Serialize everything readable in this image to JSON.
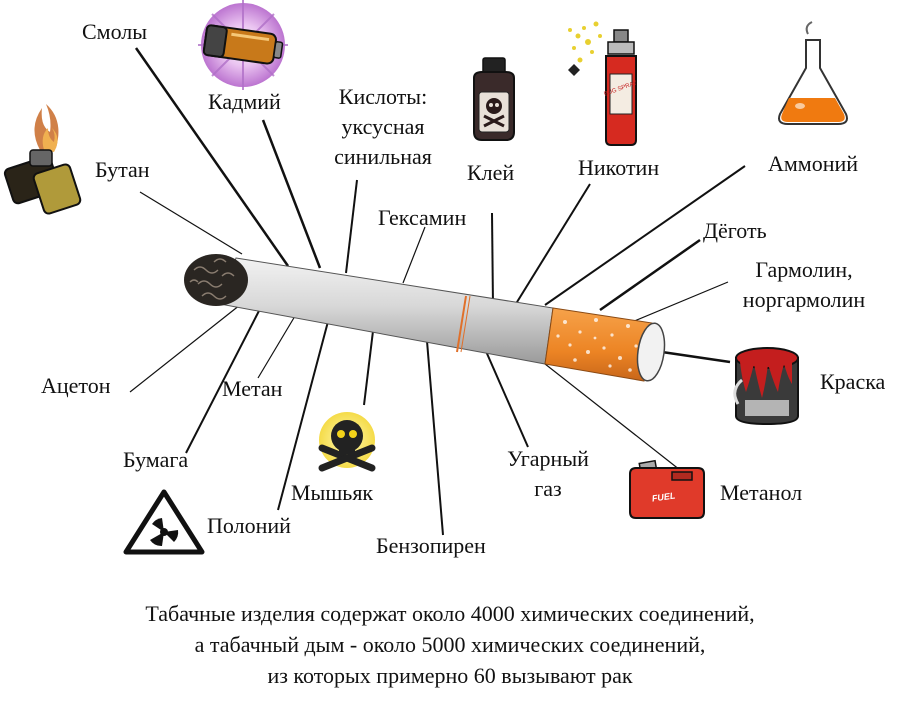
{
  "labels": {
    "smoly": "Смолы",
    "kadmiy": "Кадмий",
    "kisloty_title": "Кислоты:",
    "kisloty_1": "уксусная",
    "kisloty_2": "синильная",
    "butan": "Бутан",
    "kley": "Клей",
    "nikotin": "Никотин",
    "ammoniy": "Аммоний",
    "geksamin": "Гексамин",
    "degot": "Дёготь",
    "garmolin_1": "Гармолин,",
    "garmolin_2": "норгармолин",
    "acetone": "Ацетон",
    "metan": "Метан",
    "kraska": "Краска",
    "bumaga": "Бумага",
    "mishyak": "Мышьяк",
    "ugarny_1": "Угарный",
    "ugarny_2": "газ",
    "metanol": "Метанол",
    "poloniy": "Полоний",
    "benzopiren": "Бензопирен"
  },
  "caption": [
    "Табачные изделия содержат около 4000 химических соединений,",
    "а табачный дым - около 5000 химических соединений,",
    "из которых примерно 60 вызывают рак"
  ],
  "icon_texts": {
    "spray_can": "BUG SPRAY",
    "fuel_can": "FUEL"
  },
  "colors": {
    "filter": "#f08a2a",
    "flask_liquid": "#f07a10",
    "spray_can": "#d62a20",
    "fuel_can": "#e03a2a",
    "paint": "#c41e1e"
  }
}
